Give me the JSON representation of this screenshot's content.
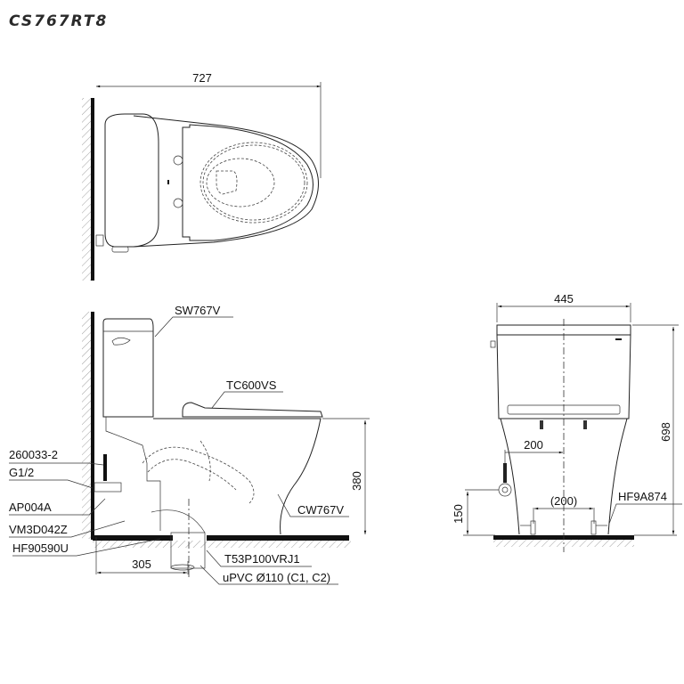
{
  "title": "CS767RT8",
  "top_view": {
    "dimensions": {
      "length": "727"
    }
  },
  "side_view": {
    "labels": {
      "tank": "SW767V",
      "seat": "TC600VS",
      "bowl": "CW767V",
      "part_1": "260033-2",
      "part_2": "G1/2",
      "part_3": "AP004A",
      "part_4": "VM3D042Z",
      "part_5": "HF90590U",
      "outlet": "T53P100VRJ1",
      "pipe": "uPVC Ø110 (C1, C2)"
    },
    "dimensions": {
      "rough_in": "305",
      "bowl_height": "380"
    }
  },
  "front_view": {
    "labels": {
      "fixing": "HF9A874"
    },
    "dimensions": {
      "width": "445",
      "total_height": "698",
      "supply_offset": "200",
      "fixing_spacing": "(200)",
      "supply_height": "150"
    }
  }
}
